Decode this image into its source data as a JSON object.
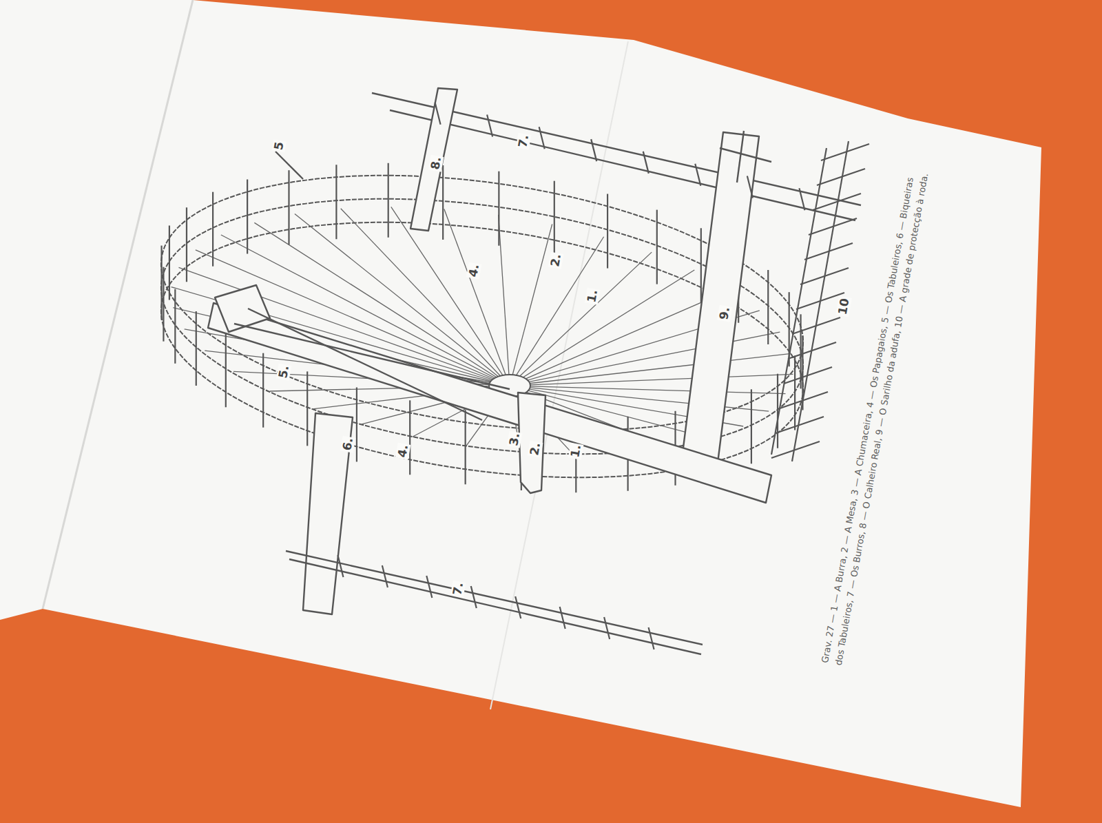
{
  "diagram": {
    "caption": "Grav. 27 — 1 — A Burra, 2 — A Mesa, 3 — A Chumaceira, 4 — Os Papagaios, 5 — Os Tabuleiros, 6 — Biqueiras dos Tabuleiros, 7 — Os Burros, 8 — O Calheiro Real, 9 — O Sarilho da adufa, 10 — A grade de protecção à roda.",
    "labels": [
      "5",
      "7.",
      "8.",
      "2.",
      "4.",
      "1.",
      "9.",
      "10",
      "5.",
      "6.",
      "3.",
      "2.",
      "1.",
      "4.",
      "7."
    ]
  }
}
